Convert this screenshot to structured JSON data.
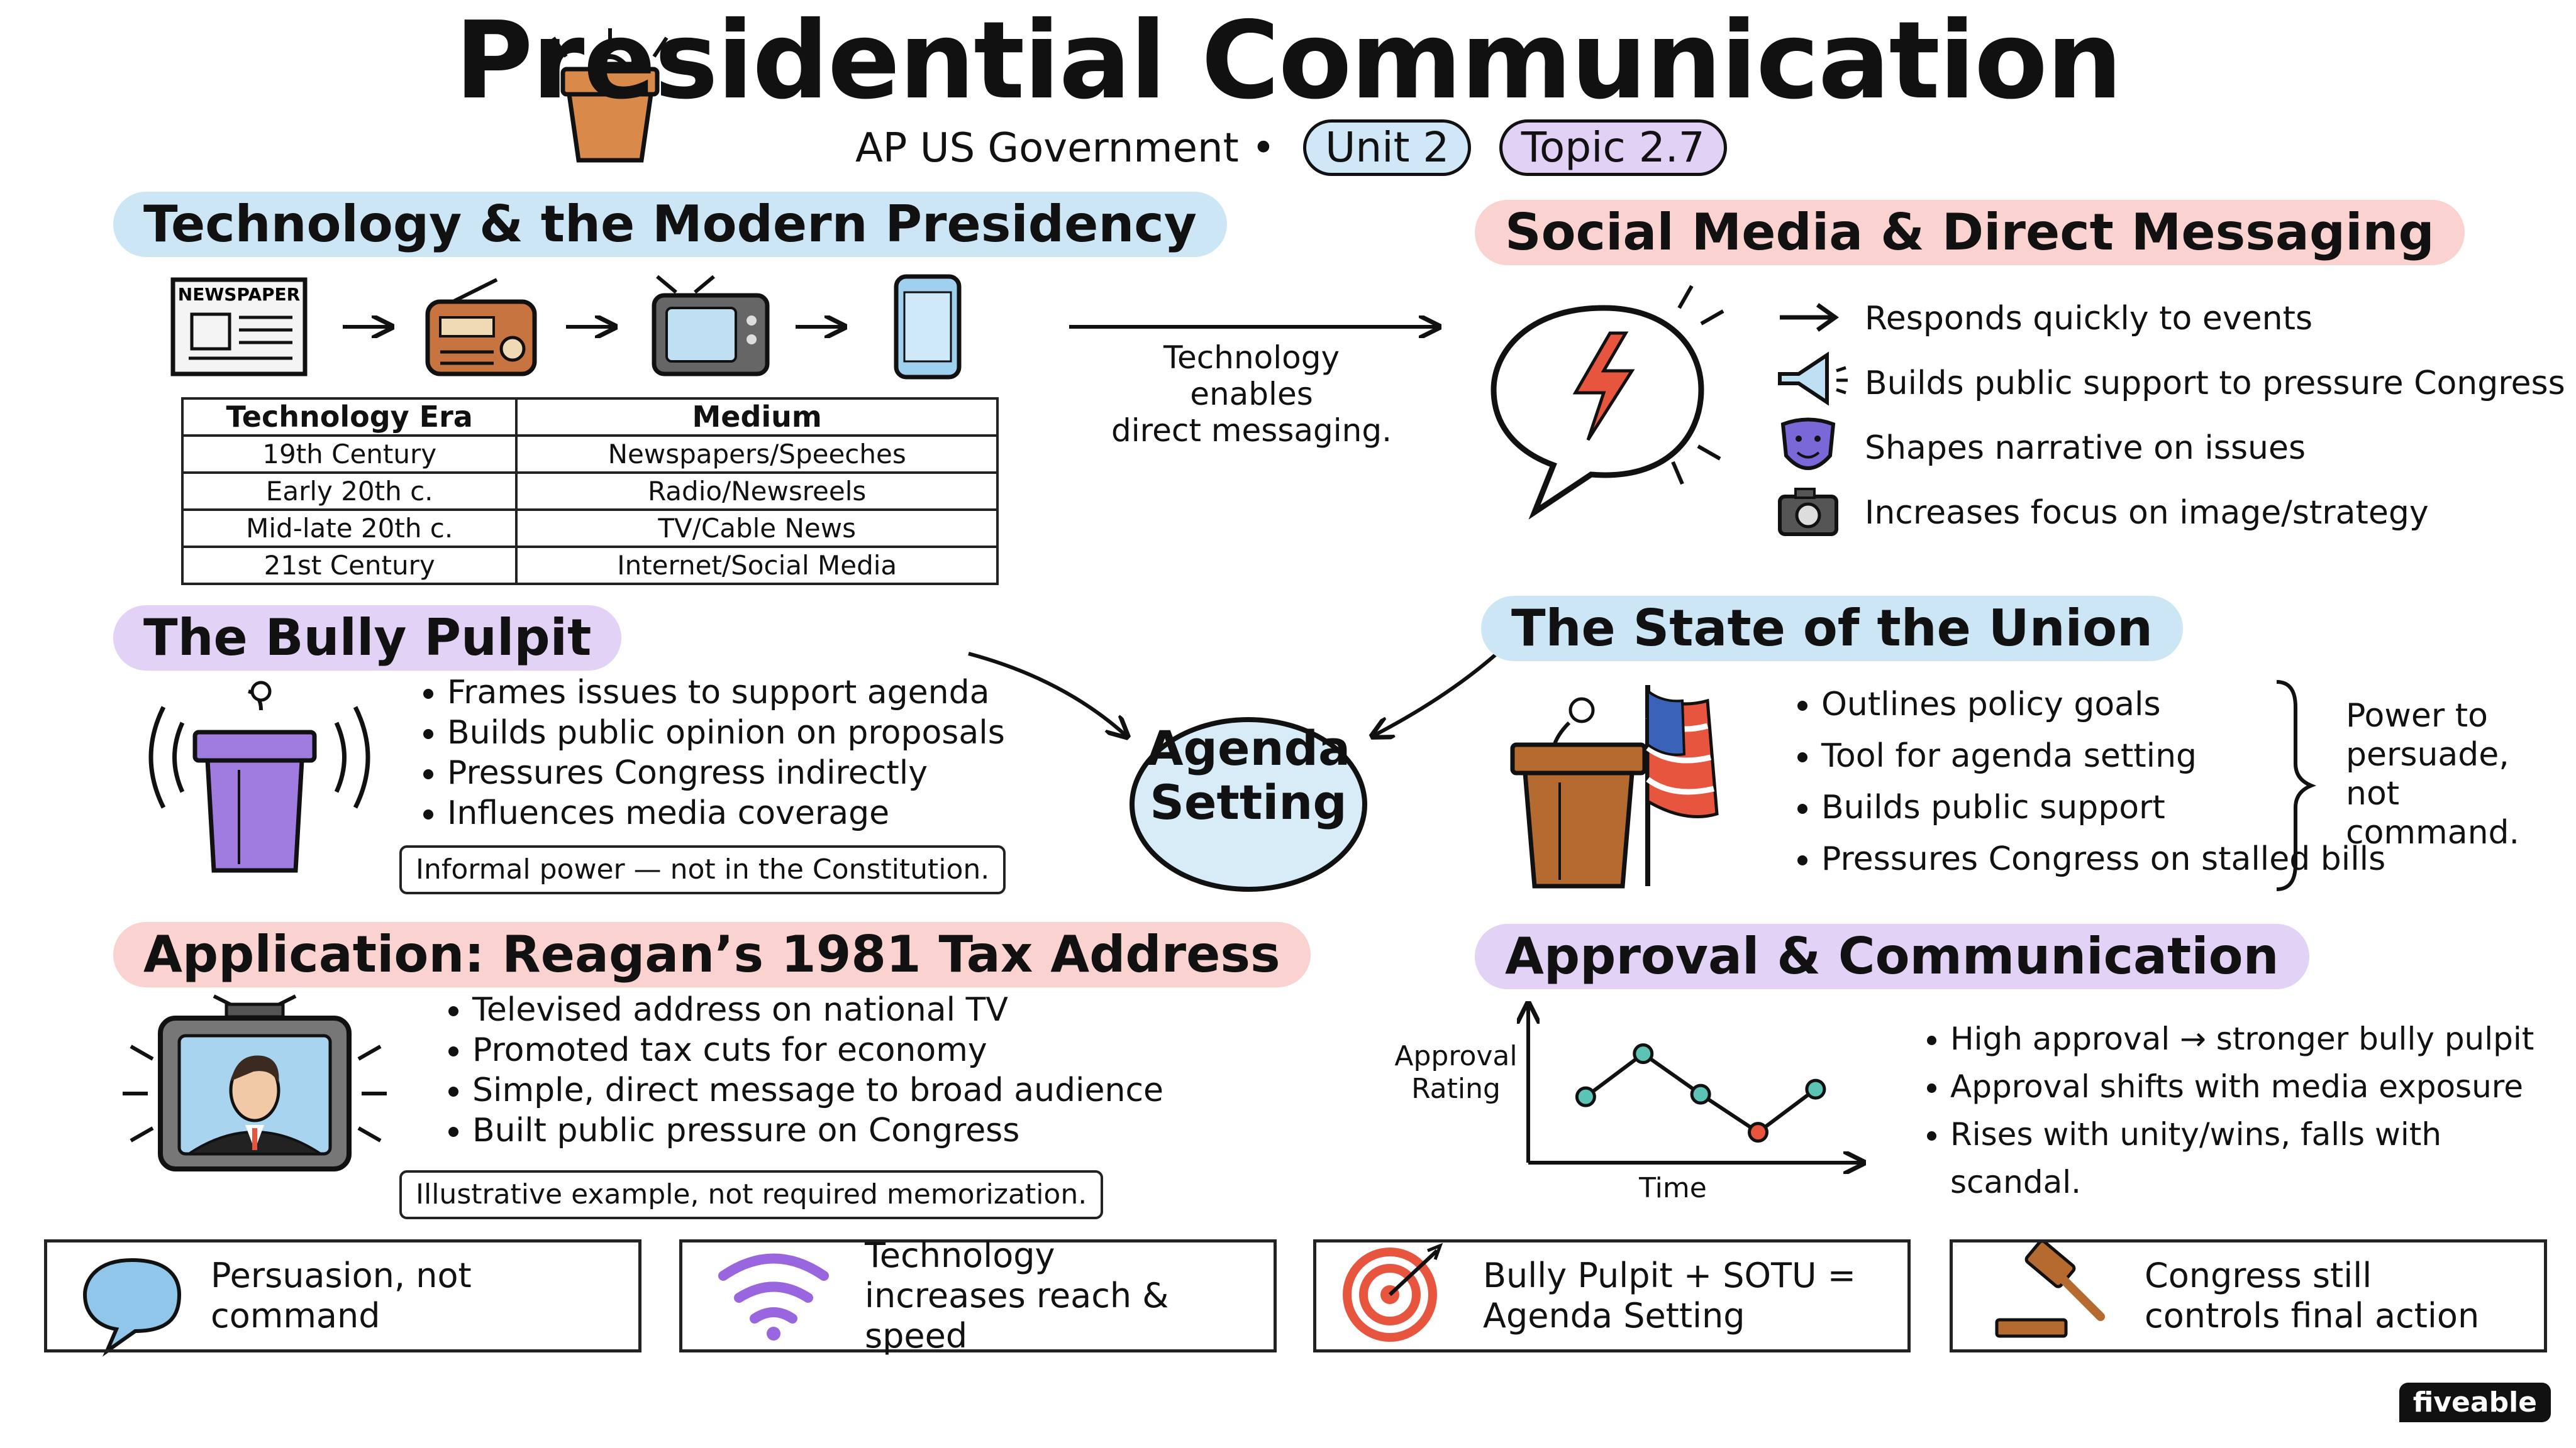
{
  "header": {
    "title": "Presidential Communication",
    "course": "AP US Government •",
    "unit": "Unit 2",
    "topic": "Topic 2.7"
  },
  "technology": {
    "heading": "Technology & the Modern Presidency",
    "newspaper_label": "NEWSPAPER",
    "table_headers": [
      "Technology Era",
      "Medium"
    ],
    "rows": [
      [
        "19th Century",
        "Newspapers/Speeches"
      ],
      [
        "Early 20th c.",
        "Radio/Newsreels"
      ],
      [
        "Mid-late 20th c.",
        "TV/Cable News"
      ],
      [
        "21st Century",
        "Internet/Social Media"
      ]
    ]
  },
  "arrow_caption": [
    "Technology",
    "enables",
    "direct messaging."
  ],
  "social": {
    "heading": "Social Media & Direct Messaging",
    "items": [
      {
        "icon": "arrow-right-icon",
        "text": "Responds quickly to events"
      },
      {
        "icon": "megaphone-icon",
        "text": "Builds public support to pressure Congress"
      },
      {
        "icon": "theater-mask-icon",
        "text": "Shapes narrative on issues"
      },
      {
        "icon": "camera-icon",
        "text": "Increases focus on image/strategy"
      }
    ]
  },
  "bully": {
    "heading": "The Bully Pulpit",
    "bullets": [
      "Frames issues to support agenda",
      "Builds public opinion on proposals",
      "Pressures Congress indirectly",
      "Influences media coverage"
    ],
    "note": "Informal power — not in the Constitution."
  },
  "center": {
    "line1": "Agenda",
    "line2": "Setting"
  },
  "sotu": {
    "heading": "The State of the Union",
    "bullets": [
      "Outlines policy goals",
      "Tool for agenda setting",
      "Builds public support",
      "Pressures Congress on stalled bills"
    ],
    "brace_text": [
      "Power to",
      "persuade,",
      "not command."
    ]
  },
  "reagan": {
    "heading": "Application: Reagan’s 1981 Tax Address",
    "bullets": [
      "Televised address on national TV",
      "Promoted tax cuts for economy",
      "Simple, direct message to broad audience",
      "Built public pressure on Congress"
    ],
    "note": "Illustrative example, not required memorization."
  },
  "approval": {
    "heading": "Approval & Communication",
    "bullets": [
      "High approval → stronger bully pulpit",
      "Approval shifts with media exposure",
      "Rises with unity/wins, falls with scandal."
    ],
    "chart_data": {
      "type": "line",
      "ylabel": "Approval Rating",
      "ylabel_lines": [
        "Approval",
        "Rating"
      ],
      "xlabel": "Time",
      "points": [
        {
          "x": 1,
          "y": 2.0
        },
        {
          "x": 2,
          "y": 3.7
        },
        {
          "x": 3,
          "y": 2.1
        },
        {
          "x": 4,
          "y": 0.6
        },
        {
          "x": 5,
          "y": 2.3
        }
      ],
      "xlim": [
        0,
        5.8
      ],
      "ylim": [
        -0.6,
        5.6
      ],
      "point_colors": [
        "#5cc4b6",
        "#5cc4b6",
        "#5cc4b6",
        "#e8553f",
        "#5cc4b6"
      ],
      "grid": false
    }
  },
  "footer": {
    "cards": [
      {
        "icon": "speech-bubble-icon",
        "text": "Persuasion, not command"
      },
      {
        "icon": "wifi-icon",
        "text": "Technology increases reach & speed"
      },
      {
        "icon": "target-icon",
        "text": "Bully Pulpit + SOTU = Agenda Setting"
      },
      {
        "icon": "gavel-icon",
        "text": "Congress still controls final action"
      }
    ]
  },
  "brand": "fiveable",
  "colors": {
    "blue": "#cde6f6",
    "red": "#fad2cf",
    "purple": "#e2d2f6",
    "podium_orange": "#d98a4a",
    "podium_purple": "#a07be0",
    "bolt_red": "#e8553f"
  }
}
